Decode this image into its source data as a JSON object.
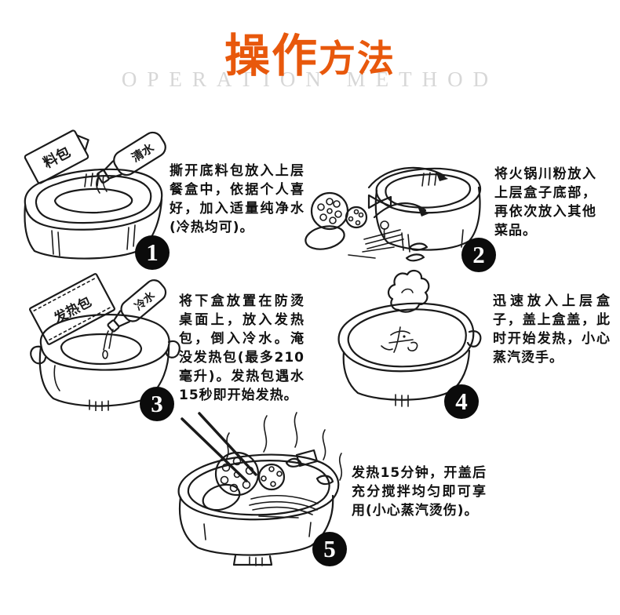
{
  "header": {
    "title_main": "操作",
    "title_sub": "方法",
    "subtitle": "OPERATION METHOD"
  },
  "colors": {
    "title_orange": "#e8580c",
    "subtitle_gray": "#d7d7d7",
    "ink": "#1a1a1a",
    "badge_bg": "#0b0b0b"
  },
  "steps": [
    {
      "number": "1",
      "text": "撕开底料包放入上层餐盒中，依据个人喜好，加入适量纯净水(冷热均可)。",
      "packet_label": "料包",
      "bottle_label": "清水"
    },
    {
      "number": "2",
      "text": "将火锅川粉放入上层盒子底部，再依次放入其他菜品。"
    },
    {
      "number": "3",
      "text": "将下盒放置在防烫桌面上，放入发热包，倒入冷水。淹没发热包(最多210毫升)。发热包遇水15秒即开始发热。",
      "packet_label": "发热包",
      "bottle_label": "冷水"
    },
    {
      "number": "4",
      "text": "迅速放入上层盒子，盖上盒盖，此时开始发热，小心蒸汽烫手。"
    },
    {
      "number": "5",
      "text": "发热15分钟，开盖后充分搅拌均匀即可享用(小心蒸汽烫伤)。"
    }
  ]
}
